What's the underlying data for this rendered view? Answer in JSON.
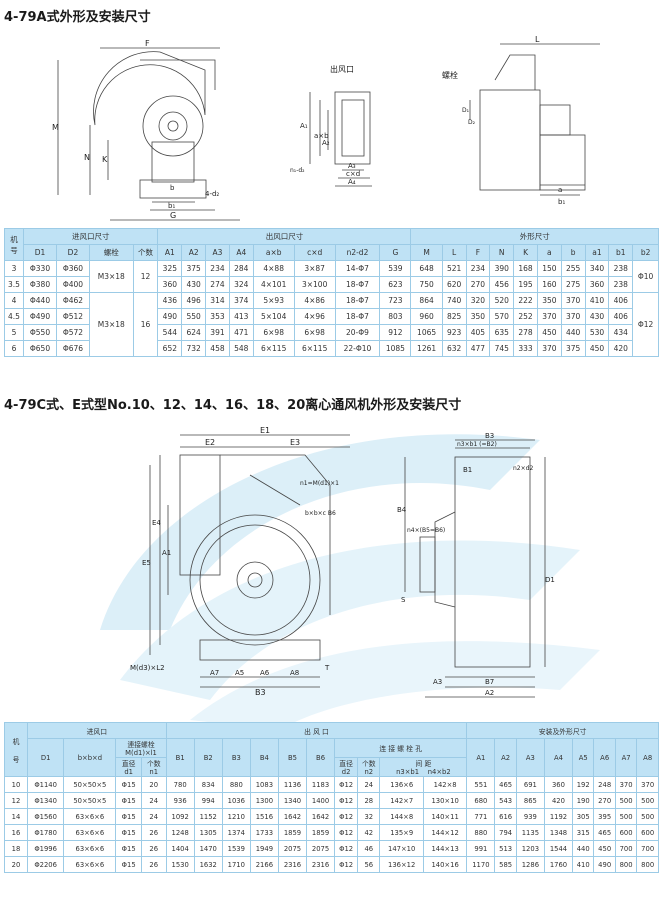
{
  "title_a": "4-79A式外形及安装尺寸",
  "title_c": "4-79C式、E式型No.10、12、14、16、18、20离心通风机外形及安装尺寸",
  "diag1": {
    "F": "F",
    "M": "M",
    "N": "N",
    "K": "K",
    "b": "b",
    "b1": "b₁",
    "d2": "4-d₂",
    "G": "G"
  },
  "diag2": {
    "outlet": "出风口",
    "A1": "A₁",
    "axb": "a×b",
    "A2": "A₂",
    "A3": "A₃",
    "cxd": "c×d",
    "A4": "A₄",
    "n1": "n₁-d₂"
  },
  "diag3": {
    "L": "L",
    "bolt": "螺栓",
    "D1": "D₁",
    "D2": "D₂",
    "a": "a",
    "b1": "b₁"
  },
  "t1": {
    "hdr_no": "机",
    "hdr_no2": "号",
    "hdr_in": "进风口尺寸",
    "hdr_out": "出风口尺寸",
    "hdr_shape": "外形尺寸",
    "cols": [
      "D1",
      "D2",
      "螺栓",
      "个数",
      "A1",
      "A2",
      "A3",
      "A4",
      "a×b",
      "c×d",
      "n2-d2",
      "G",
      "M",
      "L",
      "F",
      "N",
      "K",
      "a",
      "b",
      "a1",
      "b1",
      "b2"
    ],
    "rows": [
      [
        "3",
        "Φ330",
        "Φ360",
        "",
        "",
        "325",
        "375",
        "234",
        "284",
        "4×88",
        "3×87",
        "14-Φ7",
        "539",
        "648",
        "521",
        "234",
        "390",
        "168",
        "150",
        "255",
        "340",
        "238",
        ""
      ],
      [
        "3.5",
        "Φ380",
        "Φ400",
        "",
        "",
        "360",
        "430",
        "274",
        "324",
        "4×101",
        "3×100",
        "18-Φ7",
        "623",
        "750",
        "620",
        "270",
        "456",
        "195",
        "160",
        "275",
        "360",
        "238",
        ""
      ],
      [
        "4",
        "Φ440",
        "Φ462",
        "",
        "",
        "436",
        "496",
        "314",
        "374",
        "5×93",
        "4×86",
        "18-Φ7",
        "723",
        "864",
        "740",
        "320",
        "520",
        "222",
        "350",
        "370",
        "410",
        "406",
        ""
      ],
      [
        "4.5",
        "Φ490",
        "Φ512",
        "",
        "",
        "490",
        "550",
        "353",
        "413",
        "5×104",
        "4×96",
        "18-Φ7",
        "803",
        "960",
        "825",
        "350",
        "570",
        "252",
        "370",
        "370",
        "430",
        "406",
        ""
      ],
      [
        "5",
        "Φ550",
        "Φ572",
        "",
        "",
        "544",
        "624",
        "391",
        "471",
        "6×98",
        "6×98",
        "20-Φ9",
        "912",
        "1065",
        "923",
        "405",
        "635",
        "278",
        "450",
        "440",
        "530",
        "434",
        ""
      ],
      [
        "6",
        "Φ650",
        "Φ676",
        "",
        "",
        "652",
        "732",
        "458",
        "548",
        "6×115",
        "6×115",
        "22-Φ10",
        "1085",
        "1261",
        "632",
        "477",
        "745",
        "333",
        "370",
        "375",
        "450",
        "420",
        ""
      ]
    ],
    "m1": "M3×18",
    "n1": "12",
    "m2": "M3×18",
    "n2": "16",
    "b2a": "Φ10",
    "b2b": "Φ12"
  },
  "diag4": {
    "E1": "E1",
    "E2": "E2",
    "E3": "E3",
    "E4": "E4",
    "E5": "E5",
    "A1": "A1",
    "M": "M(d3)×L2",
    "n1": "n1=M(d1)×1",
    "bxb": "b×b×c B6",
    "A7": "A7",
    "A5": "A5",
    "A6": "A6",
    "A8": "A8",
    "B3": "B3",
    "T": "T"
  },
  "diag5": {
    "B3": "B3",
    "n3": "n3×b1 (=B2)",
    "B1": "B1",
    "n2": "n2×d2",
    "hb": "n4×(B5=B6)",
    "B4": "B4",
    "D1": "D1",
    "S": "S",
    "A3": "A3",
    "B7": "B7",
    "A2": "A2"
  },
  "t2": {
    "hdr_no": "机",
    "hdr_no2": "号",
    "hdr_in": "进风口",
    "hdr_out": "出 风 口",
    "hdr_inst": "安装及外形尺寸",
    "sub_bolt": "連接螺栓",
    "sub_bolt2": "M(d1)×l1",
    "sub_dia": "直径",
    "sub_cnt": "个数",
    "sub_d1": "d1",
    "sub_n1": "n1",
    "sub_hole": "连 接 螺 栓 孔",
    "sub_dia2": "直径",
    "sub_cnt2": "个数",
    "sub_gap": "间 距",
    "sub_d2": "d2",
    "sub_n2": "n2",
    "sub_n3": "n3×b1",
    "sub_n4": "n4×b2",
    "cols": [
      "D1",
      "b×b×d",
      "B1",
      "B2",
      "B3",
      "B4",
      "B5",
      "B6",
      "A1",
      "A2",
      "A3",
      "A4",
      "A5",
      "A6",
      "A7",
      "A8"
    ],
    "rows": [
      [
        "10",
        "Φ1140",
        "50×50×5",
        "Φ15",
        "20",
        "780",
        "834",
        "880",
        "1083",
        "1136",
        "1183",
        "Φ12",
        "24",
        "136×6",
        "142×8",
        "551",
        "465",
        "691",
        "360",
        "192",
        "248",
        "370",
        "370"
      ],
      [
        "12",
        "Φ1340",
        "50×50×5",
        "Φ15",
        "24",
        "936",
        "994",
        "1036",
        "1300",
        "1340",
        "1400",
        "Φ12",
        "28",
        "142×7",
        "130×10",
        "680",
        "543",
        "865",
        "420",
        "190",
        "270",
        "500",
        "500"
      ],
      [
        "14",
        "Φ1560",
        "63×6×6",
        "Φ15",
        "24",
        "1092",
        "1152",
        "1210",
        "1516",
        "1642",
        "1642",
        "Φ12",
        "32",
        "144×8",
        "140×11",
        "771",
        "616",
        "939",
        "1192",
        "305",
        "395",
        "500",
        "500"
      ],
      [
        "16",
        "Φ1780",
        "63×6×6",
        "Φ15",
        "26",
        "1248",
        "1305",
        "1374",
        "1733",
        "1859",
        "1859",
        "Φ12",
        "42",
        "135×9",
        "144×12",
        "880",
        "794",
        "1135",
        "1348",
        "315",
        "465",
        "600",
        "600"
      ],
      [
        "18",
        "Φ1996",
        "63×6×6",
        "Φ15",
        "26",
        "1404",
        "1470",
        "1539",
        "1949",
        "2075",
        "2075",
        "Φ12",
        "46",
        "147×10",
        "144×13",
        "991",
        "513",
        "1203",
        "1544",
        "440",
        "450",
        "700",
        "700"
      ],
      [
        "20",
        "Φ2206",
        "63×6×6",
        "Φ15",
        "26",
        "1530",
        "1632",
        "1710",
        "2166",
        "2316",
        "2316",
        "Φ12",
        "56",
        "136×12",
        "140×16",
        "1170",
        "585",
        "1286",
        "1760",
        "410",
        "490",
        "800",
        "800"
      ]
    ]
  },
  "colors": {
    "grid": "#9ccbe6",
    "header": "#bfe2f5",
    "watermark": "#dceff8"
  }
}
